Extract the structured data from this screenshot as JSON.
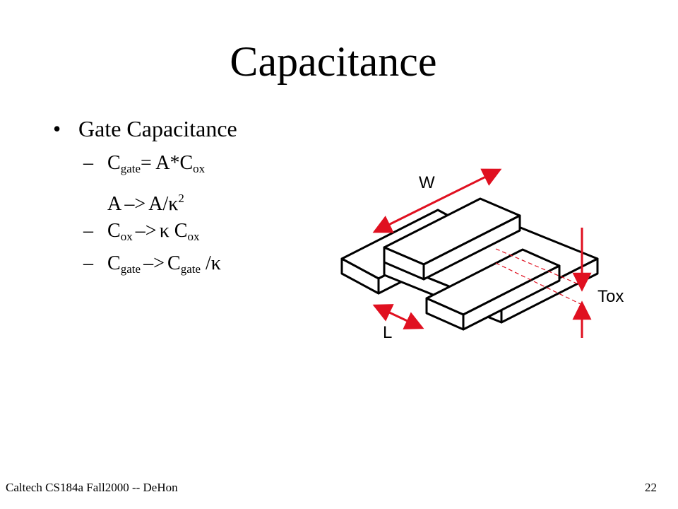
{
  "slide": {
    "title": "Capacitance",
    "bullet": {
      "symbol": "•",
      "text": "Gate Capacitance"
    },
    "sub_items": [
      {
        "marker": "–",
        "a": "C",
        "a_sub": "gate",
        "b": "= A*C",
        "b_sub": "ox"
      },
      {
        "marker": "",
        "a": "A",
        "arrow": "–>",
        "b": "A/κ",
        "b_sup": "2"
      },
      {
        "marker": "–",
        "a": "C",
        "a_sub": "ox",
        "arrow": "–>",
        "b": "κ C",
        "b_sub": "ox"
      },
      {
        "marker": "–",
        "a": "C",
        "a_sub": "gate",
        "arrow": "–>",
        "b": "C",
        "b_sub": "gate",
        "c": " /κ"
      }
    ]
  },
  "diagram": {
    "labels": {
      "w": "W",
      "l": "L",
      "tox": "Tox"
    },
    "colors": {
      "outline": "#000000",
      "dimension": "#e01020"
    }
  },
  "footer": {
    "left": "Caltech CS184a Fall2000 -- DeHon",
    "page_number": "22"
  }
}
